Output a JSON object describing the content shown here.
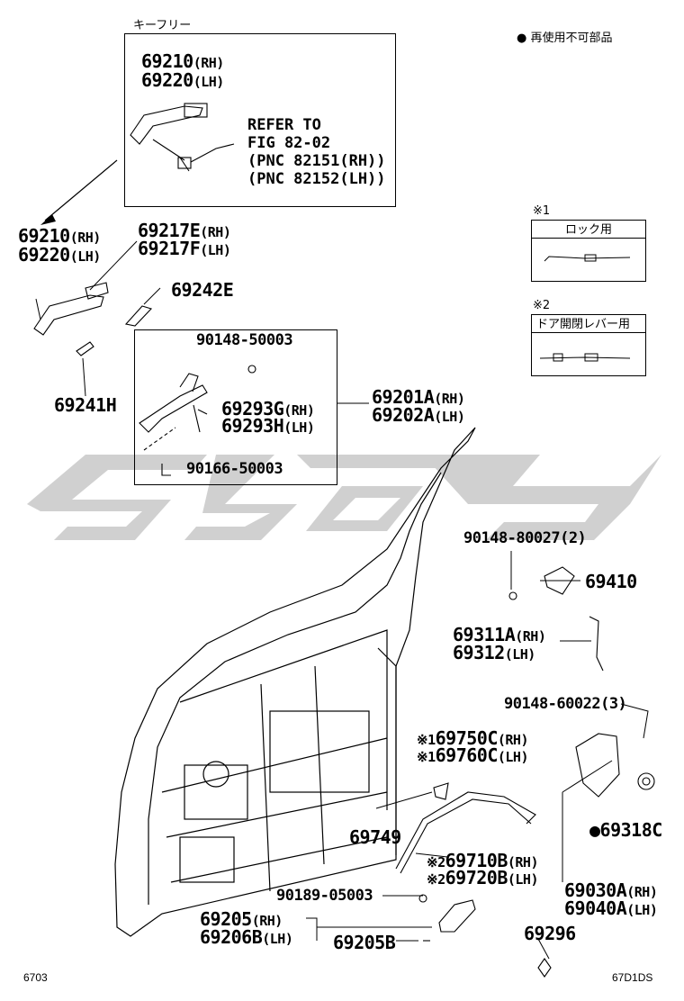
{
  "keyless_box": {
    "title": "キーフリー",
    "part1_no": "69210",
    "part1_side": "(RH)",
    "part2_no": "69220",
    "part2_side": "(LH)",
    "refer_lines": [
      "REFER TO",
      "FIG 82-02",
      "(PNC 82151(RH))",
      "(PNC 82152(LH))"
    ]
  },
  "legend": {
    "not_reusable": "● 再使用不可部品"
  },
  "note1": {
    "mark": "※1",
    "label": "ロック用"
  },
  "note2": {
    "mark": "※2",
    "label": "ドア開閉レバー用"
  },
  "labels": {
    "handle_rh_no": "69210",
    "handle_rh_side": "(RH)",
    "handle_lh_no": "69220",
    "handle_lh_side": "(LH)",
    "p69217e_no": "69217E",
    "p69217e_side": "(RH)",
    "p69217f_no": "69217F",
    "p69217f_side": "(LH)",
    "p69242e": "69242E",
    "p69241h": "69241H",
    "screw_top": "90148-50003",
    "p69293g_no": "69293G",
    "p69293g_side": "(RH)",
    "p69293h_no": "69293H",
    "p69293h_side": "(LH)",
    "screw_bottom": "90166-50003",
    "frame_rh_no": "69201A",
    "frame_rh_side": "(RH)",
    "frame_lh_no": "69202A",
    "frame_lh_side": "(LH)",
    "bolt_80027": "90148-80027(2)",
    "striker": "69410",
    "rod_rh_no": "69311A",
    "rod_rh_side": "(RH)",
    "rod_lh_no": "69312",
    "rod_lh_side": "(LH)",
    "bolt_60022": "90148-60022(3)",
    "cable_lock_rh_mark": "※1",
    "cable_lock_rh_no": "69750C",
    "cable_lock_rh_side": "(RH)",
    "cable_lock_lh_mark": "※1",
    "cable_lock_lh_no": "69760C",
    "cable_lock_lh_side": "(LH)",
    "p69749": "69749",
    "cable_lever_rh_mark": "※2",
    "cable_lever_rh_no": "69710B",
    "cable_lever_rh_side": "(RH)",
    "cable_lever_lh_mark": "※2",
    "cable_lever_lh_no": "69720B",
    "cable_lever_lh_side": "(LH)",
    "p69318c": "●69318C",
    "lock_rh_no": "69030A",
    "lock_rh_side": "(RH)",
    "lock_lh_no": "69040A",
    "lock_lh_side": "(LH)",
    "clip_05003": "90189-05003",
    "inside_rh_no": "69205",
    "inside_rh_side": "(RH)",
    "inside_lh_no": "69206B",
    "inside_lh_side": "(LH)",
    "p69205b": "69205B",
    "p69296": "69296"
  },
  "footer": {
    "left": "6703",
    "right": "67D1DS"
  }
}
